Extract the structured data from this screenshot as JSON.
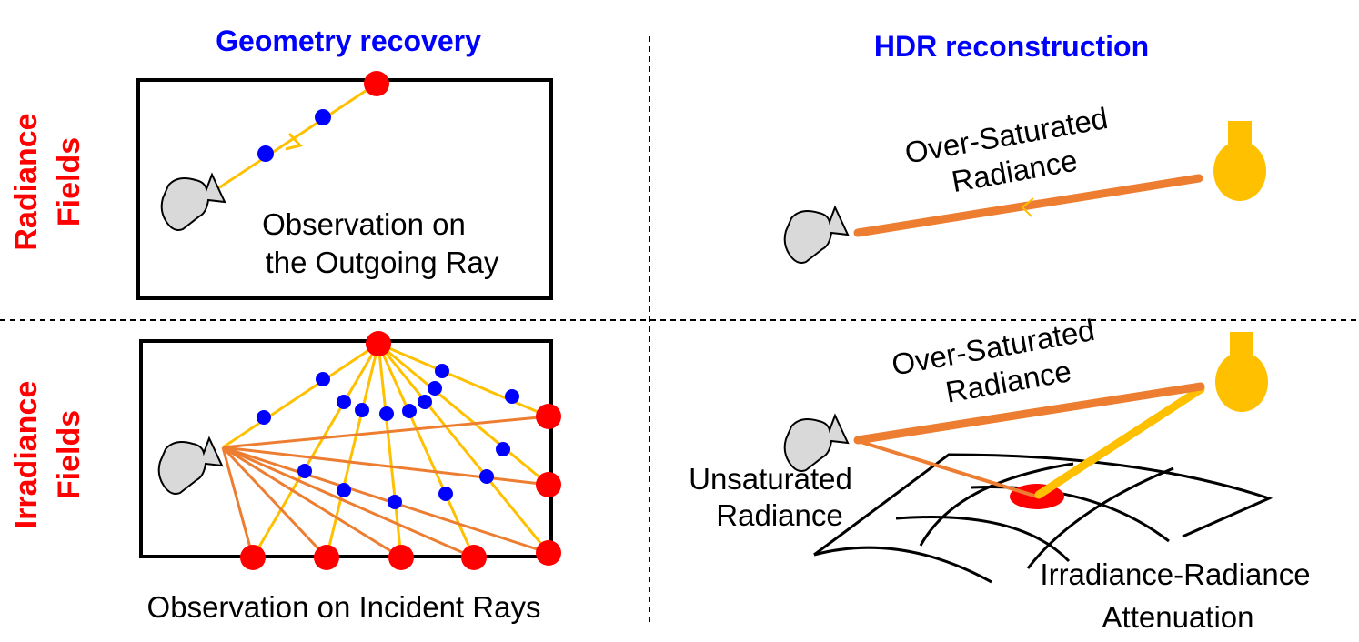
{
  "columns": {
    "left": "Geometry recovery",
    "right": "HDR reconstruction"
  },
  "rows": {
    "top": [
      "Radiance",
      "Fields"
    ],
    "bottom": [
      "Irradiance",
      "Fields"
    ]
  },
  "panels": {
    "top_left": {
      "caption": [
        "Observation on",
        "the Outgoing Ray"
      ]
    },
    "bottom_left": {
      "caption": "Observation on Incident Rays"
    },
    "top_right": {
      "label": [
        "Over-Saturated",
        "Radiance"
      ]
    },
    "bottom_right": {
      "over_label": [
        "Over-Saturated",
        "Radiance"
      ],
      "unsat_label": [
        "Unsaturated",
        "Radiance"
      ],
      "attenuation_label": [
        "Irradiance-Radiance",
        "Attenuation"
      ]
    }
  },
  "colors": {
    "title": "#0000FF",
    "row_label": "#FF0000",
    "ray": "#FFC000",
    "observed_ray": "#ED7D31",
    "sample": "#0000FF",
    "point": "#FF0000"
  }
}
